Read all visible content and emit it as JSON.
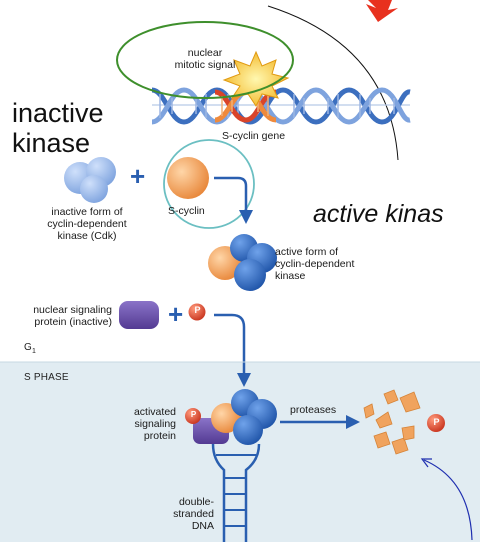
{
  "labels": {
    "nuclear_mitotic_signal_line1": "nuclear",
    "nuclear_mitotic_signal_line2": "mitotic signal",
    "s_cyclin_gene": "S-cyclin gene",
    "inactive_kinase_line1": "inactive",
    "inactive_kinase_line2": "kinase",
    "inactive_cdk_line1": "inactive form of",
    "inactive_cdk_line2": "cyclin-dependent",
    "inactive_cdk_line3": "kinase (Cdk)",
    "s_cyclin": "S-cyclin",
    "active_kinase_italic": "active kinas",
    "active_cdk_line1": "active form of",
    "active_cdk_line2": "cyclin-dependent",
    "active_cdk_line3": "kinase",
    "nuclear_signaling_line1": "nuclear signaling",
    "nuclear_signaling_line2": "protein (inactive)",
    "plus_sign": "+",
    "phosphate": "P",
    "g1_main": "G",
    "g1_sub": "1",
    "s_phase": "S PHASE",
    "activated_line1": "activated",
    "activated_line2": "signaling",
    "activated_line3": "protein",
    "proteases": "proteases",
    "dna_line1": "double-",
    "dna_line2": "stranded",
    "dna_line3": "DNA"
  },
  "colors": {
    "kinase_blue": "#2f6fc4",
    "kinase_light_blue": "#8fb1e8",
    "cyclin_orange": "#f0a35e",
    "signal_purple": "#6a50a8",
    "phosphate_red": "#d8442c",
    "arrow_blue": "#2a5fb0",
    "s_phase_bg": "#e1ecf2",
    "signal_circle_green": "#3e8f2c",
    "cyclin_circle_teal": "#6bbfc2",
    "annotation_blue": "#1f2fb0",
    "callout_red": "#e8311e"
  }
}
